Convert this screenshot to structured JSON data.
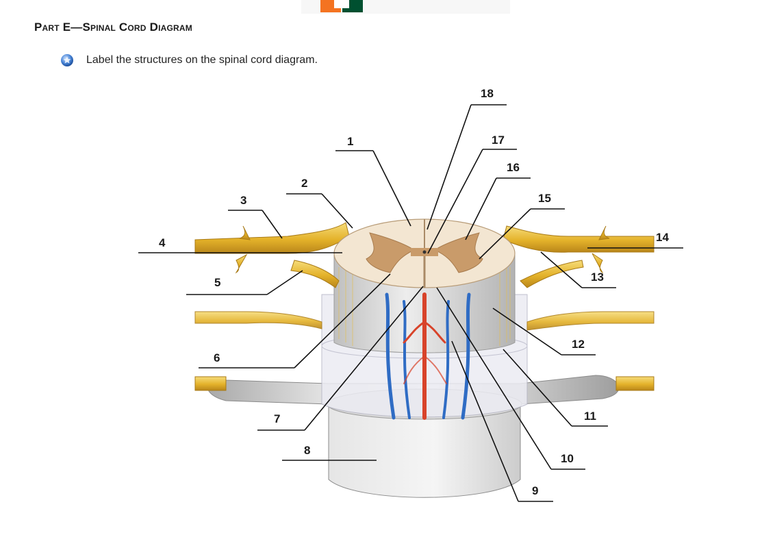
{
  "header": {
    "title": "Part E—Spinal Cord Diagram"
  },
  "instruction": {
    "icon": "blue-bullet-icon",
    "text": "Label the structures on the spinal cord diagram."
  },
  "diagram": {
    "labels": [
      "1",
      "2",
      "3",
      "4",
      "5",
      "6",
      "7",
      "8",
      "9",
      "10",
      "11",
      "12",
      "13",
      "14",
      "15",
      "16",
      "17",
      "18"
    ]
  },
  "colors": {
    "nerve": "#e9b92c",
    "white_matter": "#f3e6d2",
    "gray_matter": "#c99b6a",
    "artery": "#d8432a",
    "vein": "#2f6cc4",
    "vertebra": "#d4d4d4",
    "logo_orange": "#f47321",
    "logo_green": "#005030"
  }
}
